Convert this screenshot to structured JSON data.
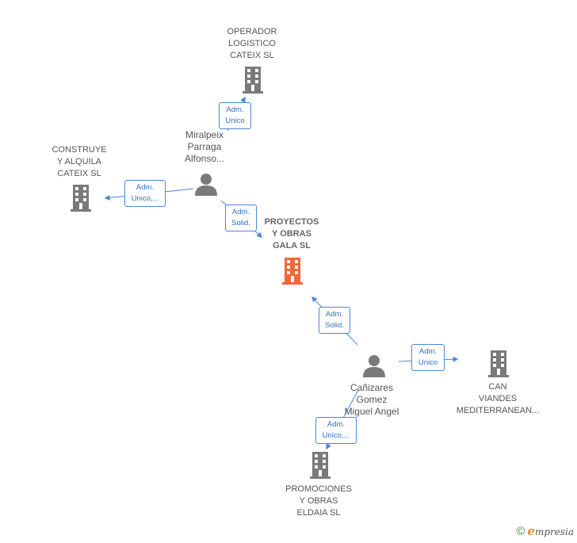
{
  "colors": {
    "company": "#7a7a7a",
    "focus_company": "#f0673a",
    "person": "#7a7a7a",
    "edge": "#4a86d8"
  },
  "nodes": {
    "operador": {
      "label": "OPERADOR\nLOGISTICO\nCATEIX  SL",
      "type": "company",
      "icon": "building-icon"
    },
    "construye": {
      "label": "CONSTRUYE\nY ALQUILA\nCATEIX  SL",
      "type": "company",
      "icon": "building-icon"
    },
    "miralpeix": {
      "label": "Miralpeix\nParraga\nAlfonso...",
      "type": "person",
      "icon": "person-icon"
    },
    "proyectos": {
      "label": "PROYECTOS\nY OBRAS\nGALA  SL",
      "type": "focus_company",
      "icon": "building-icon"
    },
    "canizares": {
      "label": "Cañizares\nGomez\nMiguel Angel",
      "type": "person",
      "icon": "person-icon"
    },
    "can_viandes": {
      "label": "CAN\nVIANDES\nMEDITERRANEAN...",
      "type": "company",
      "icon": "building-icon"
    },
    "promociones": {
      "label": "PROMOCIONES\nY OBRAS\nELDAIA  SL",
      "type": "company",
      "icon": "building-icon"
    }
  },
  "edges": {
    "miralpeix_operador": "Adm.\nUnico",
    "miralpeix_construye": "Adm.\nUnico,...",
    "miralpeix_proyectos": "Adm.\nSolid.",
    "canizares_proyectos": "Adm.\nSolid.",
    "canizares_can_viandes": "Adm.\nUnico",
    "canizares_promociones": "Adm.\nUnico,..."
  },
  "brand": {
    "copyright": "©",
    "initial": "e",
    "name": "mpresia"
  }
}
